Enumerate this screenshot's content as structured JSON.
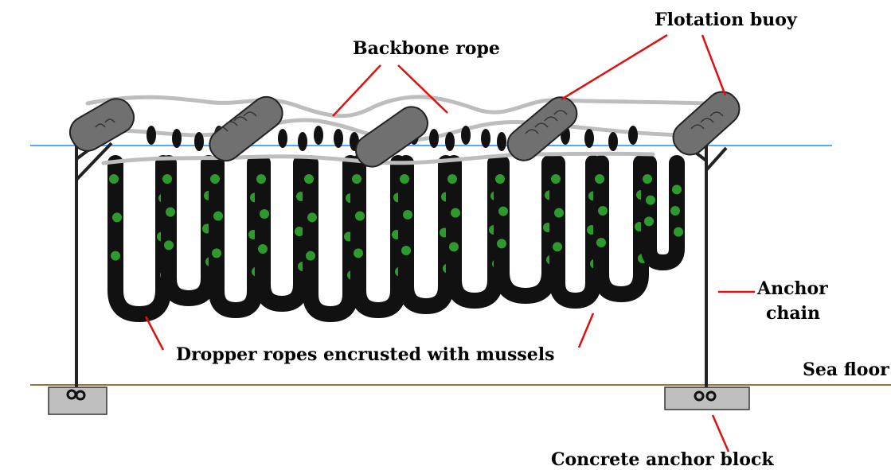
{
  "labels": {
    "flotation_buoy": "Flotation buoy",
    "backbone_rope": "Backbone rope",
    "anchor_chain_line1": "Anchor",
    "anchor_chain_line2": "chain",
    "sea_floor": "Sea floor",
    "dropper_ropes": "Dropper ropes encrusted with mussels",
    "concrete_anchor_block": "Concrete anchor block"
  },
  "colors": {
    "water_line": "#1a8cff",
    "sea_floor_line": "#a0703a",
    "leader_lines": "#e01010",
    "mussel_dark": "#111111",
    "mussel_green": "#2e9a2e",
    "rope_grey": "#bdbdbd",
    "buoy": "#707070",
    "anchor_block": "#bfbfbf"
  }
}
